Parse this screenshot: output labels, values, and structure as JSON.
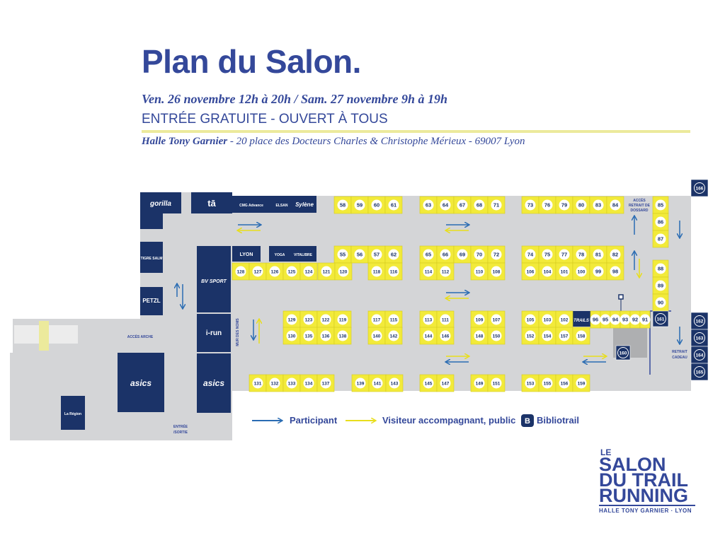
{
  "header": {
    "title": "Plan du Salon.",
    "dates": "Ven. 26 novembre 12h à 20h  /  Sam. 27 novembre 9h à 19h",
    "entry": "ENTRÉE GRATUITE - OUVERT À TOUS",
    "venue": "Halle Tony Garnier",
    "address": " - 20 place des Docteurs Charles & Christophe Mérieux - 69007 Lyon"
  },
  "labels": {
    "acces_arche": "ACCÈS ARCHE",
    "acces_retrait": [
      "ACCÈS",
      "RETRAIT DE",
      "DOSSARD"
    ],
    "retrait_cadeau": [
      "RETRAIT",
      "CADEAU"
    ],
    "entree": [
      "ENTRÉE",
      "/SORTIE"
    ],
    "mur": "MUR DES NOMS"
  },
  "sponsors": {
    "gorilla": "gorilla",
    "ta": "tā",
    "cmg": "CMG Advance",
    "elsan": "ELSAN",
    "sylene": "Sylène",
    "trail_lyon": "LYON",
    "yoga": "YOGA",
    "vitalibre": "VITALIBRE",
    "tigre_salm": "TIGRE SALM",
    "petzl": "PETZL",
    "bv_sport": "BV SPORT",
    "irun": "i-run",
    "asics": "asics",
    "region": "La Région",
    "trails": "TRAILS"
  },
  "stands": {
    "row1a": [
      "58",
      "59",
      "60",
      "61"
    ],
    "row1b": [
      "63",
      "64",
      "67",
      "68",
      "71"
    ],
    "row1c": [
      "73",
      "76",
      "79",
      "80",
      "83",
      "84"
    ],
    "row2a": [
      "55",
      "56",
      "57",
      "62"
    ],
    "row2b": [
      "65",
      "66",
      "69",
      "70",
      "72"
    ],
    "row2c": [
      "74",
      "75",
      "77",
      "78",
      "81",
      "82"
    ],
    "row3a": [
      "128",
      "127",
      "126",
      "125",
      "124"
    ],
    "row3b": [
      "121",
      "120"
    ],
    "row3c": [
      "118",
      "116"
    ],
    "row3d": [
      "114",
      "112"
    ],
    "row3e": [
      "110",
      "108"
    ],
    "row3f": [
      "106",
      "104",
      "101",
      "100",
      "99",
      "98"
    ],
    "row4a": [
      "129",
      "123",
      "122",
      "119"
    ],
    "row4b": [
      "117",
      "115"
    ],
    "row4c": [
      "113",
      "111"
    ],
    "row4d": [
      "109",
      "107"
    ],
    "row4e": [
      "105",
      "103",
      "102"
    ],
    "row4f": [
      "96",
      "95",
      "94",
      "93",
      "92",
      "91"
    ],
    "row5a": [
      "130",
      "135",
      "136",
      "138"
    ],
    "row5b": [
      "140",
      "142"
    ],
    "row5c": [
      "144",
      "146"
    ],
    "row5d": [
      "148",
      "150"
    ],
    "row5e": [
      "152",
      "154",
      "157",
      "158"
    ],
    "row6a": [
      "131",
      "132",
      "133",
      "134",
      "137"
    ],
    "row6b": [
      "139",
      "141",
      "143"
    ],
    "row6c": [
      "145",
      "147"
    ],
    "row6d": [
      "149",
      "151"
    ],
    "row6e": [
      "153",
      "155",
      "156",
      "159"
    ],
    "col_right": [
      "85",
      "86",
      "87",
      "88",
      "89",
      "90"
    ],
    "dark_161": "161",
    "dark_160": "160",
    "dark_166": "166",
    "dark_col": [
      "162",
      "163",
      "164",
      "165"
    ]
  },
  "legend": {
    "participant": "Participant",
    "visiteur": "Visiteur accompagnant, public",
    "biblio_icon": "B",
    "bibliotrail": "Bibliotrail"
  },
  "logo": {
    "le": "LE",
    "salon": "SALON",
    "du_trail": "DU TRAIL",
    "running": "RUNNING",
    "venue": "HALLE TONY GARNIER · LYON"
  },
  "colors": {
    "navy": "#1b3368",
    "blue_text": "#34489a",
    "floor": "#d4d5d7",
    "stand_yellow": "#f2ea3a",
    "arrow_blue": "#2a6cb3",
    "arrow_yellow": "#f2ea3a"
  }
}
